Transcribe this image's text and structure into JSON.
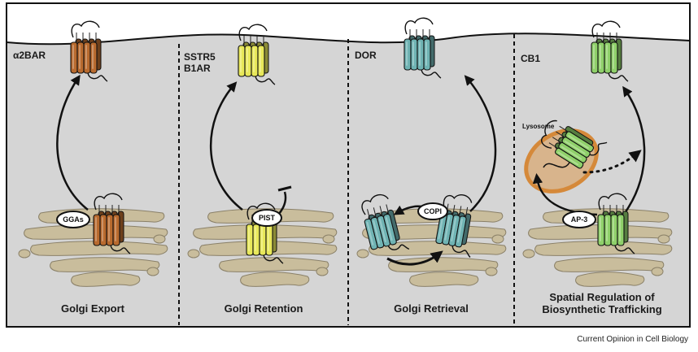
{
  "panels": [
    {
      "receptor_label": "α2BAR",
      "title": "Golgi Export",
      "factor": "GGAs",
      "receptor_color": "#b86a2e"
    },
    {
      "receptor_label": "SSTR5\nB1AR",
      "title": "Golgi Retention",
      "factor": "PIST",
      "receptor_color": "#e8e85a"
    },
    {
      "receptor_label": "DOR",
      "title": "Golgi Retrieval",
      "factor": "COPI",
      "receptor_color": "#6fb3b3"
    },
    {
      "receptor_label": "CB1",
      "title": "Spatial Regulation of\nBiosynthetic Trafficking",
      "factor": "AP-3",
      "organelle_label": "Lysosome",
      "receptor_color": "#8fd06a"
    }
  ],
  "credit": "Current Opinion in Cell Biology",
  "colors": {
    "cytoplasm": "#d5d5d5",
    "golgi": "#c9bd9c",
    "lysosome_fill": "#d8b48c",
    "lysosome_rim": "#d5893a"
  }
}
